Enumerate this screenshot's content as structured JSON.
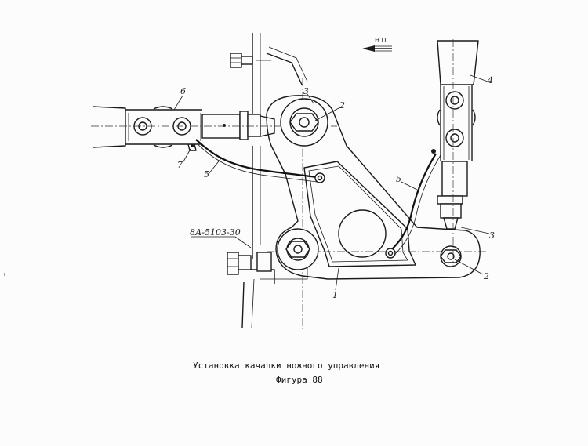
{
  "drawing": {
    "direction_label": "Н.П.",
    "part_code": "8А-5103-30",
    "callouts": [
      {
        "id": "c6",
        "text": "6"
      },
      {
        "id": "c7",
        "text": "7"
      },
      {
        "id": "c5a",
        "text": "5"
      },
      {
        "id": "c3a",
        "text": "3"
      },
      {
        "id": "c2a",
        "text": "2"
      },
      {
        "id": "c4",
        "text": "4"
      },
      {
        "id": "c5b",
        "text": "5"
      },
      {
        "id": "c3b",
        "text": "3"
      },
      {
        "id": "c2b",
        "text": "2"
      },
      {
        "id": "c1",
        "text": "1"
      }
    ]
  },
  "caption": {
    "title": "Установка качалки ножного управления",
    "figure": "Фигура 88"
  }
}
